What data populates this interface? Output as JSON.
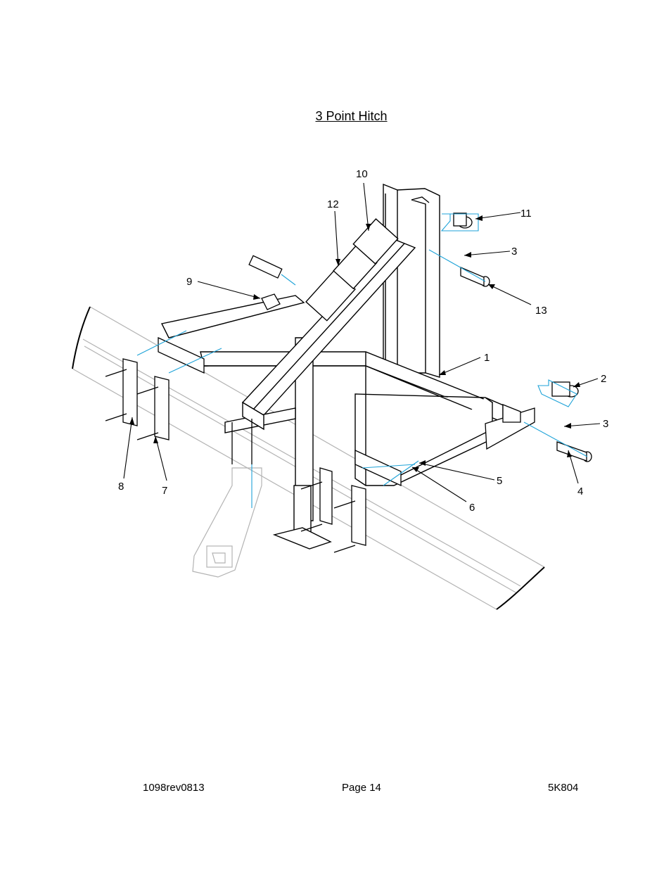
{
  "title": "3 Point Hitch",
  "callouts": [
    "1",
    "2",
    "3",
    "3",
    "4",
    "5",
    "6",
    "7",
    "8",
    "9",
    "10",
    "11",
    "12",
    "13"
  ],
  "colors": {
    "line": "#000000",
    "phantom": "#b3b3b3",
    "assembly_line": "#1fa3d8"
  },
  "footer": {
    "left": "1098rev0813",
    "center": "Page 14",
    "right": "5K804"
  }
}
